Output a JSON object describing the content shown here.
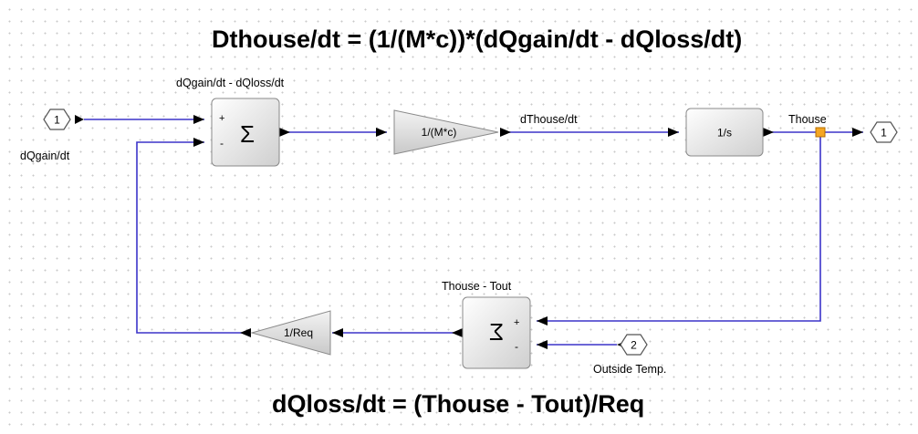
{
  "equations": {
    "top": "Dthouse/dt = (1/(M*c))*(dQgain/dt - dQloss/dt)",
    "bottom": "dQloss/dt = (Thouse - Tout)/Req"
  },
  "ports": {
    "in1": "1",
    "in1_label": "dQgain/dt",
    "in2": "2",
    "in2_label": "Outside Temp.",
    "out1": "1"
  },
  "blocks": {
    "sum_top": {
      "title": "dQgain/dt - dQloss/dt",
      "symbol": "Σ",
      "sign_plus": "+",
      "sign_minus": "-"
    },
    "gain_mc": {
      "text": "1/(M*c)"
    },
    "integrator": {
      "text": "1/s"
    },
    "sum_bottom": {
      "title": "Thouse - Tout",
      "symbol": "Σ",
      "sign_plus": "+",
      "sign_minus": "-"
    },
    "gain_req": {
      "text": "1/Req"
    }
  },
  "signals": {
    "dthouse": "dThouse/dt",
    "thouse": "Thouse"
  },
  "colors": {
    "wire": "#3b34c9",
    "split_point": "#f5a623"
  }
}
